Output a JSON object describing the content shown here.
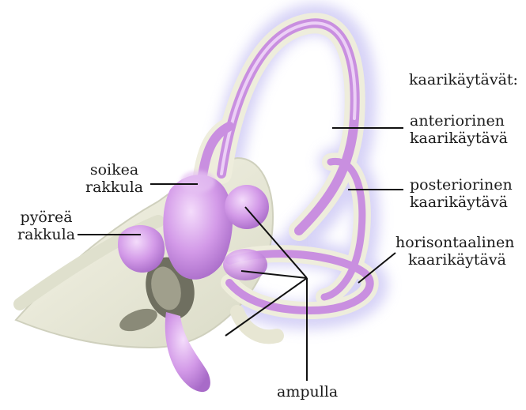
{
  "labels": {
    "semicircular_canals_heading": "kaarikäytävät:",
    "anterior": [
      "anteriorinen",
      "kaarikäytävä"
    ],
    "posterior": [
      "posteriorinen",
      "kaarikäytävä"
    ],
    "horizontal": [
      "horisontaalinen",
      "kaarikäytävä"
    ],
    "utricle": [
      "soikea",
      "rakkula"
    ],
    "saccule": [
      "pyöreä",
      "rakkula"
    ],
    "ampulla": "ampulla"
  },
  "colors": {
    "membrane": "#c98fe0",
    "membrane_light": "#e8c7f2",
    "bone": "#efeede",
    "bone_shadow": "#cfd0bd",
    "halo": "#c9c4f4",
    "leader": "#111111"
  }
}
